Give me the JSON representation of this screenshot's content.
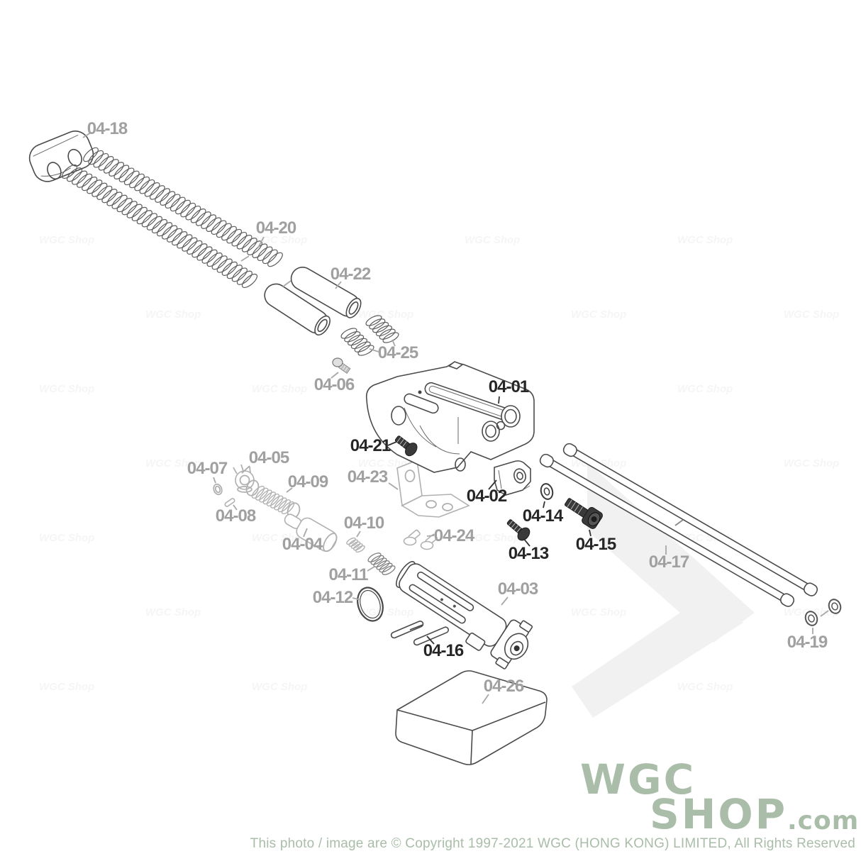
{
  "diagram": {
    "background_color": "#ffffff",
    "line_color": "#4a4a4a",
    "gray_part_color": "#b0b0b0",
    "label_dark_color": "#262626",
    "label_gray_color": "#a0a0a0",
    "brand_color": "#a9bda9"
  },
  "parts": [
    {
      "label": "04-01",
      "tone": "dark"
    },
    {
      "label": "04-02",
      "tone": "dark"
    },
    {
      "label": "04-03",
      "tone": "gray"
    },
    {
      "label": "04-04",
      "tone": "gray"
    },
    {
      "label": "04-05",
      "tone": "gray"
    },
    {
      "label": "04-06",
      "tone": "gray"
    },
    {
      "label": "04-07",
      "tone": "gray"
    },
    {
      "label": "04-08",
      "tone": "gray"
    },
    {
      "label": "04-09",
      "tone": "gray"
    },
    {
      "label": "04-10",
      "tone": "gray"
    },
    {
      "label": "04-11",
      "tone": "gray"
    },
    {
      "label": "04-12",
      "tone": "gray"
    },
    {
      "label": "04-13",
      "tone": "dark"
    },
    {
      "label": "04-14",
      "tone": "dark"
    },
    {
      "label": "04-15",
      "tone": "dark"
    },
    {
      "label": "04-16",
      "tone": "dark"
    },
    {
      "label": "04-17",
      "tone": "gray"
    },
    {
      "label": "04-18",
      "tone": "gray"
    },
    {
      "label": "04-19",
      "tone": "gray"
    },
    {
      "label": "04-20",
      "tone": "gray"
    },
    {
      "label": "04-21",
      "tone": "dark"
    },
    {
      "label": "04-22",
      "tone": "gray"
    },
    {
      "label": "04-23",
      "tone": "gray"
    },
    {
      "label": "04-24",
      "tone": "gray"
    },
    {
      "label": "04-25",
      "tone": "gray"
    },
    {
      "label": "04-26",
      "tone": "gray"
    }
  ],
  "watermark": {
    "brand_line1": "WGC",
    "brand_line2": "SHOP",
    "brand_suffix": ".com",
    "tile_text": "WGC Shop"
  },
  "footer": {
    "copyright": "This photo / image are © Copyright 1997-2021 WGC (HONG KONG) LIMITED, All Rights Reserved"
  }
}
